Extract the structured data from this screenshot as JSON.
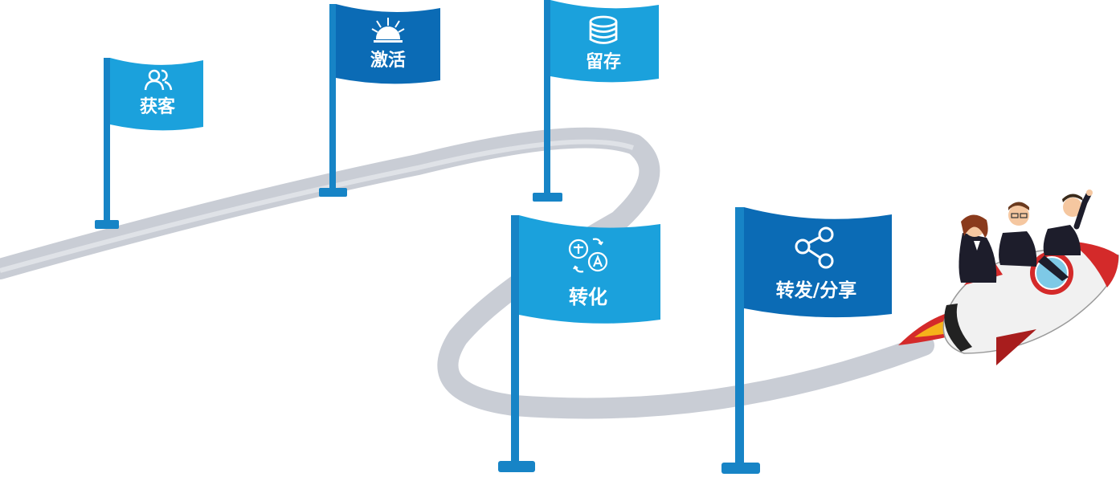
{
  "flags": [
    {
      "id": "acquisition",
      "label": "获客",
      "icon": "users-icon",
      "color": "#1ba1dc"
    },
    {
      "id": "activation",
      "label": "激活",
      "icon": "sunrise-icon",
      "color": "#0b6bb5"
    },
    {
      "id": "retention",
      "label": "留存",
      "icon": "database-icon",
      "color": "#1ba1dc"
    },
    {
      "id": "conversion",
      "label": "转化",
      "icon": "translate-icon",
      "color": "#1ba1dc"
    },
    {
      "id": "referral",
      "label": "转发/分享",
      "icon": "share-icon",
      "color": "#0b6bb5"
    }
  ],
  "colors": {
    "track": "#c9cdd5",
    "pole": "#1784c6",
    "rocket_body": "#f1f1f1",
    "rocket_red": "#d42a2a",
    "flame": "#f6b21a"
  }
}
